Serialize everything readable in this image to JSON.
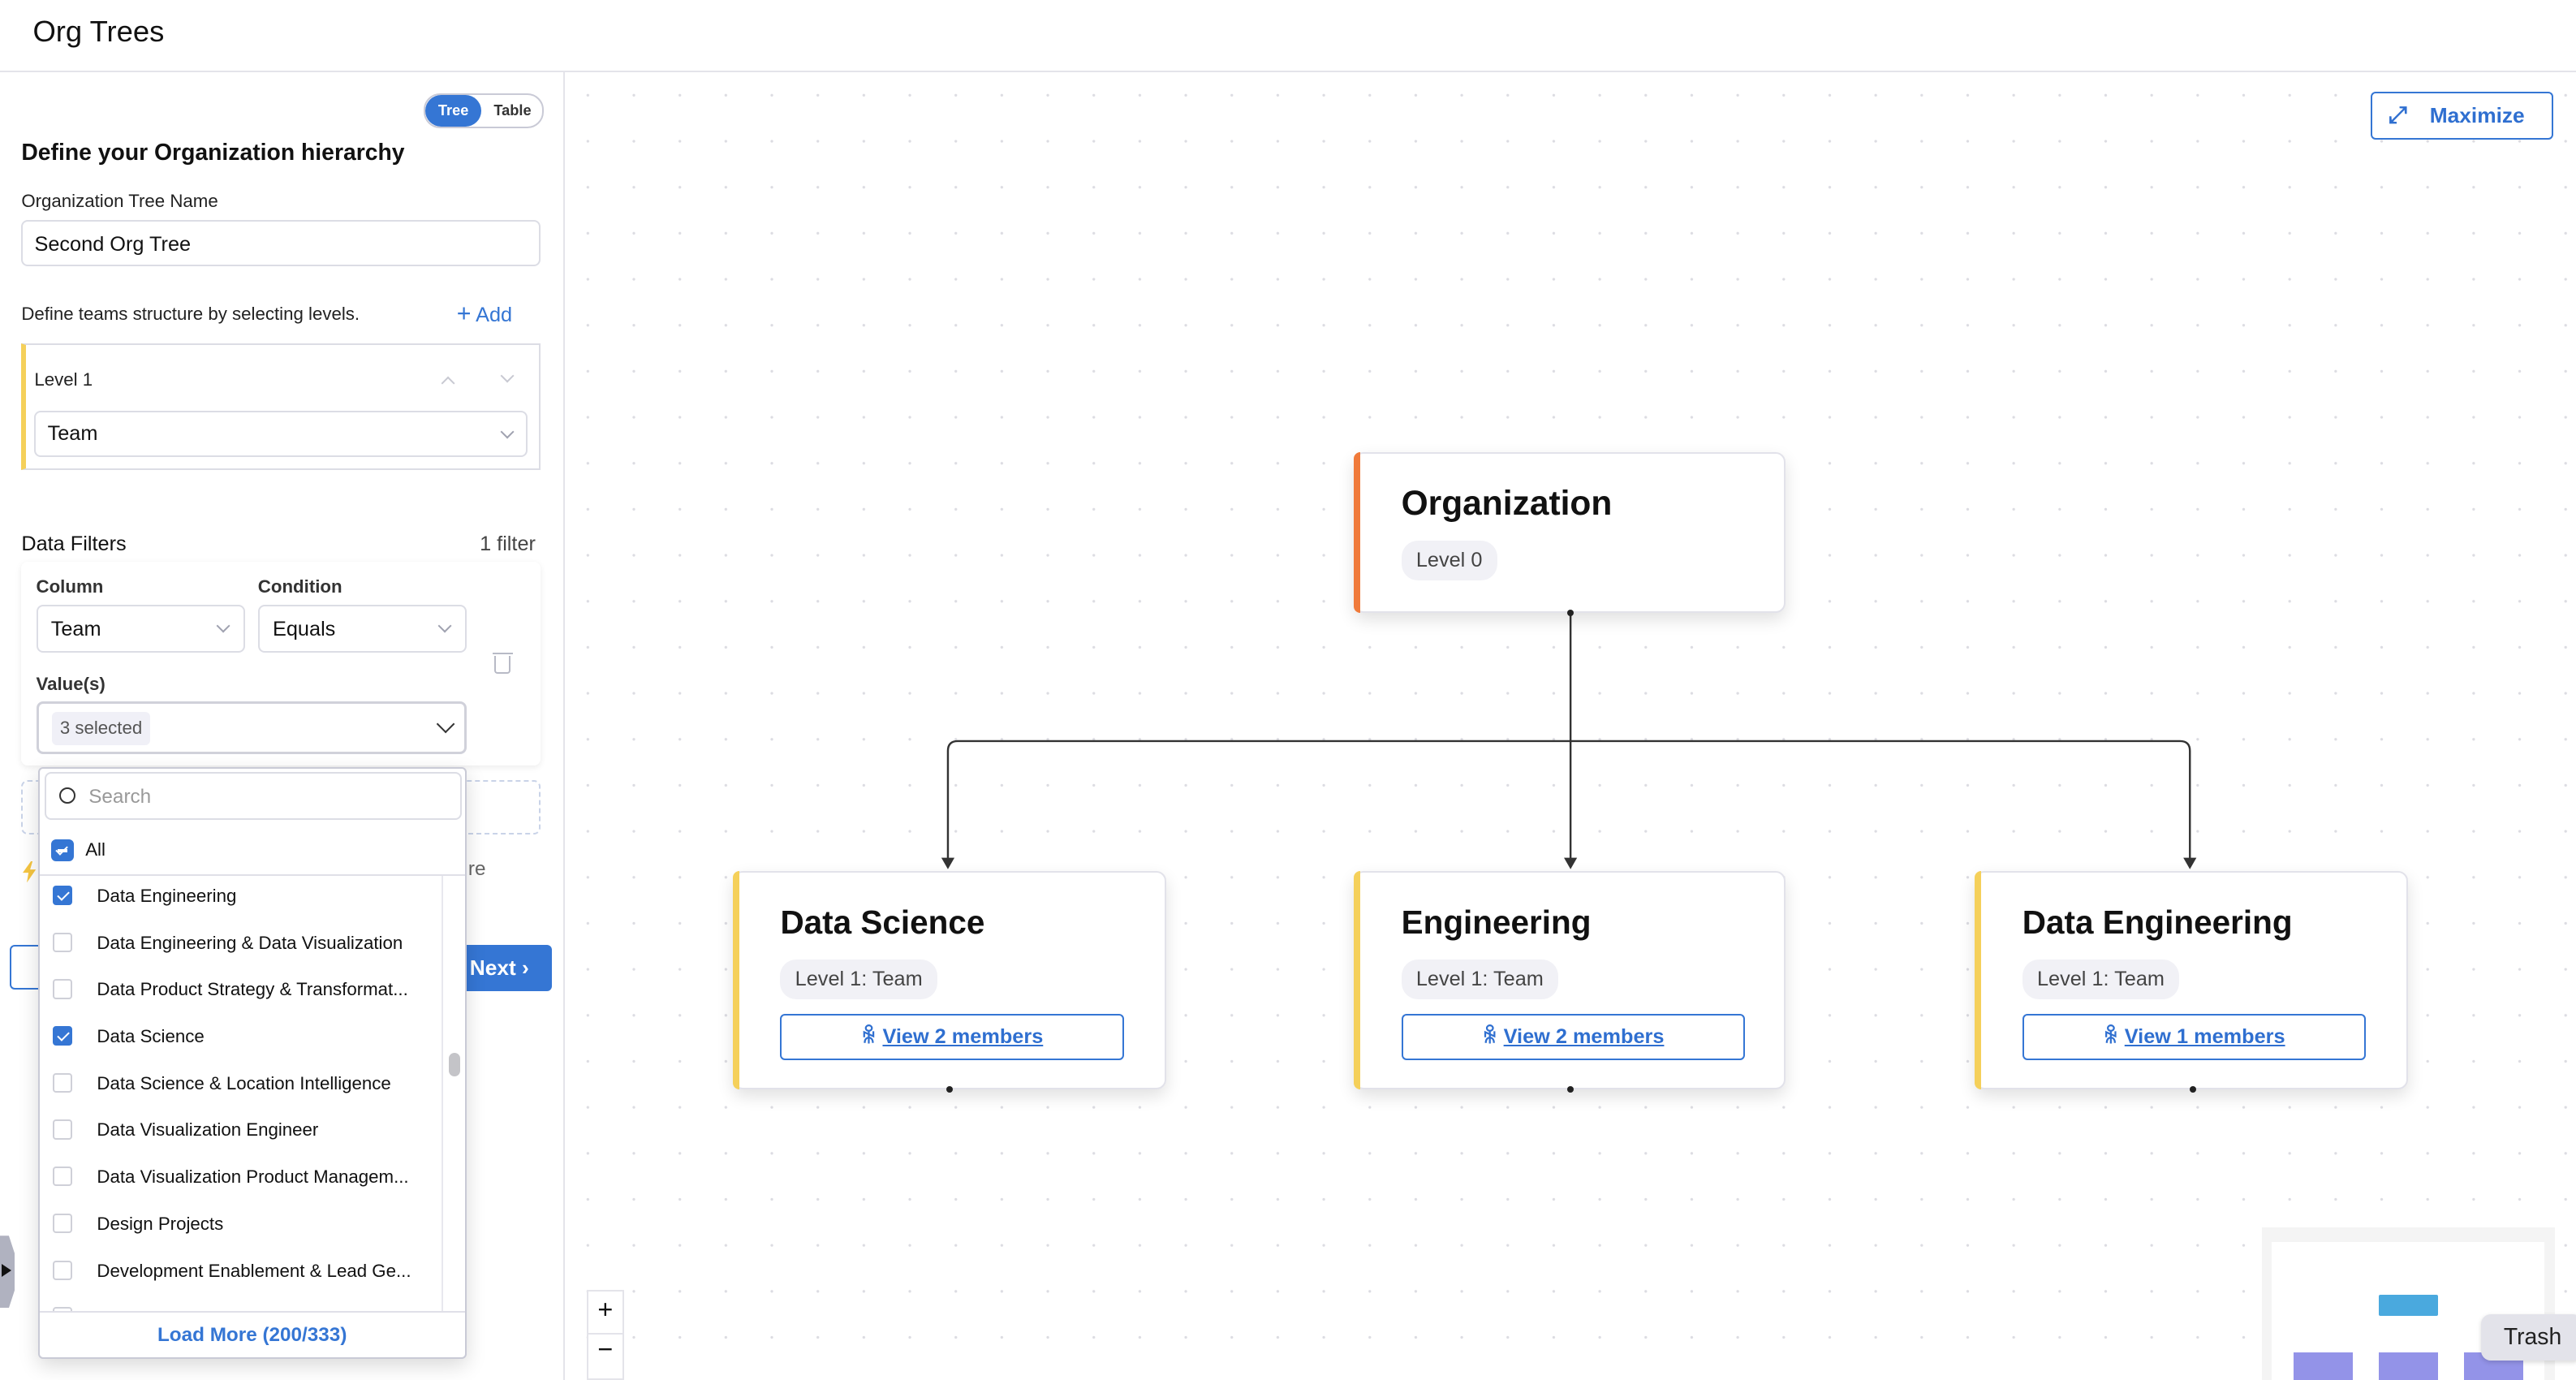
{
  "header": {
    "title": "Org Trees"
  },
  "view_toggle": {
    "options": [
      "Tree",
      "Table"
    ],
    "selected": "Tree"
  },
  "form": {
    "heading": "Define your Organization hierarchy",
    "tree_name_label": "Organization Tree Name",
    "tree_name_value": "Second Org Tree",
    "levels_hint": "Define teams structure by selecting levels.",
    "add_label": "Add",
    "levels": [
      {
        "label": "Level 1",
        "value": "Team"
      }
    ],
    "filters_title": "Data Filters",
    "filters_count": "1 filter",
    "filter": {
      "column_label": "Column",
      "column_value": "Team",
      "condition_label": "Condition",
      "condition_value": "Equals",
      "values_label": "Value(s)",
      "values_summary": "3 selected"
    },
    "hidden_text": "re",
    "next_label": "Next"
  },
  "dropdown": {
    "search_placeholder": "Search",
    "all_label": "All",
    "items": [
      {
        "label": "Data Engineering",
        "checked": true
      },
      {
        "label": "Data Engineering & Data Visualization",
        "checked": false
      },
      {
        "label": "Data Product Strategy & Transformat...",
        "checked": false
      },
      {
        "label": "Data Science",
        "checked": true
      },
      {
        "label": "Data Science & Location Intelligence",
        "checked": false
      },
      {
        "label": "Data Visualization Engineer",
        "checked": false
      },
      {
        "label": "Data Visualization Product Managem...",
        "checked": false
      },
      {
        "label": "Design Projects",
        "checked": false
      },
      {
        "label": "Development Enablement & Lead Ge...",
        "checked": false
      }
    ],
    "load_more": "Load More (200/333)"
  },
  "canvas": {
    "maximize_label": "Maximize",
    "root": {
      "title": "Organization",
      "badge": "Level 0",
      "accent": "#f07a3a"
    },
    "children": [
      {
        "title": "Data Science",
        "badge": "Level 1: Team",
        "members": "View 2 members",
        "accent": "#f5d05a"
      },
      {
        "title": "Engineering",
        "badge": "Level 1: Team",
        "members": "View 2 members",
        "accent": "#f5d05a"
      },
      {
        "title": "Data Engineering",
        "badge": "Level 1: Team",
        "members": "View 1 members",
        "accent": "#f5d05a"
      }
    ],
    "zoom_in": "+",
    "zoom_out": "−",
    "trash_tooltip": "Trash"
  },
  "colors": {
    "primary": "#3576d4",
    "level_accent": "#f5d05a",
    "root_accent": "#f07a3a"
  }
}
